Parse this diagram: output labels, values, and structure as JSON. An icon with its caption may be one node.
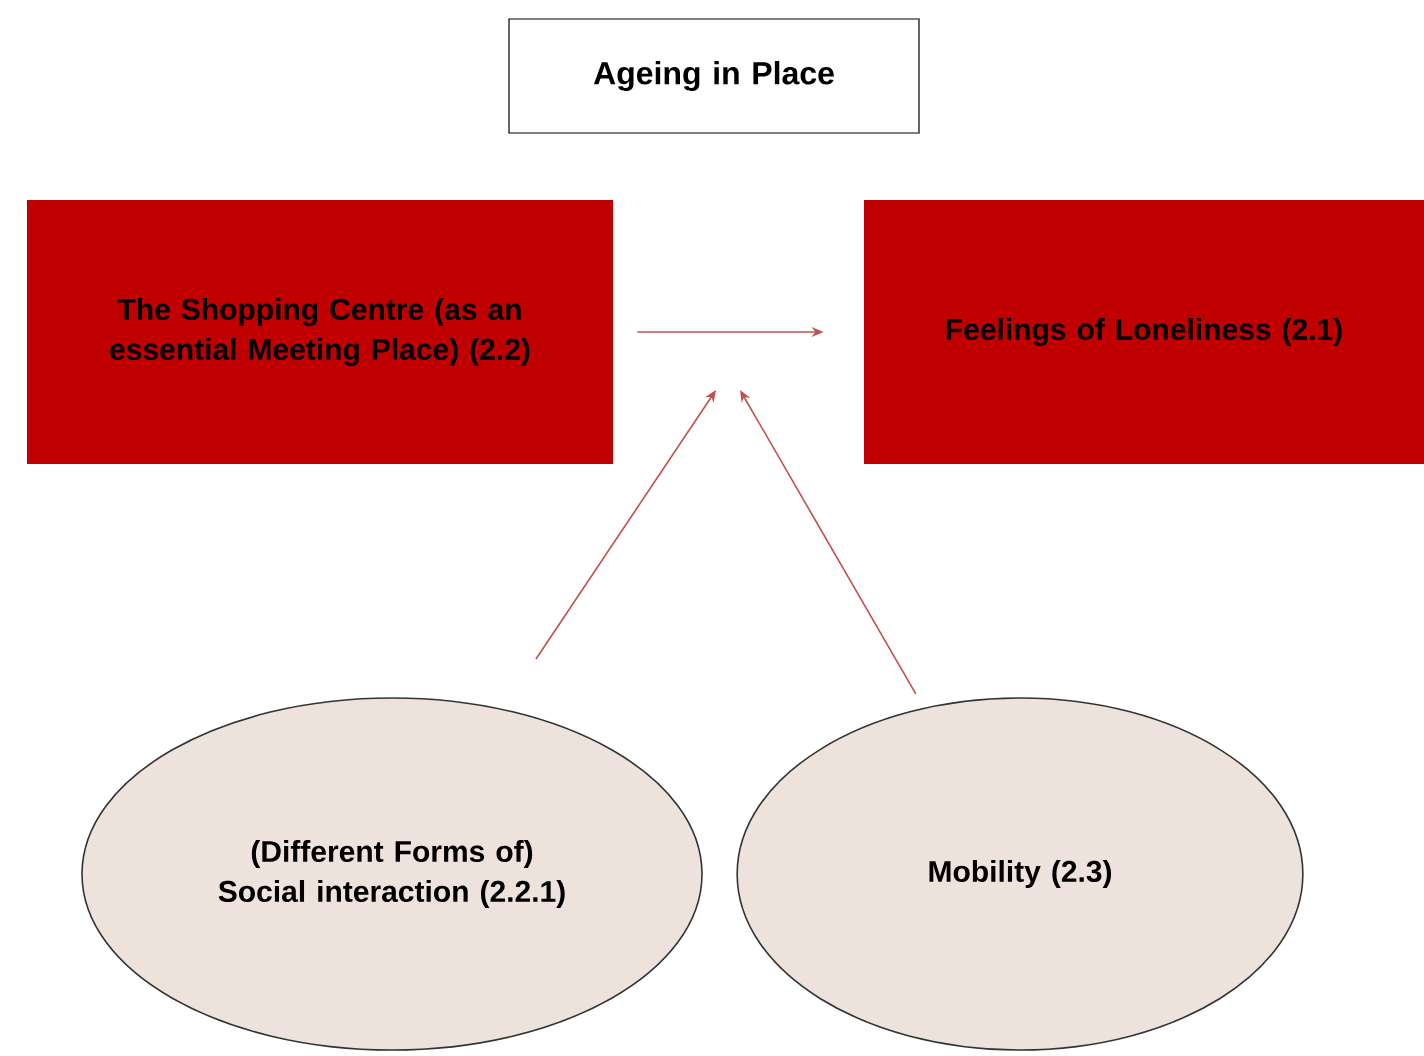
{
  "diagram": {
    "nodes": [
      {
        "text": [
          "Ageing in Place"
        ]
      },
      {
        "text": [
          "The Shopping Centre (as an essential Meeting Place) (2.2)"
        ]
      },
      {
        "text": [
          "Feelings of Loneliness (2.1)"
        ]
      },
      {
        "text": [
          "(Different Forms of) Social interaction (2.2.1)"
        ]
      },
      {
        "text": [
          "Mobility (2.3)"
        ]
      }
    ],
    "edges": [
      {
        "from": 1,
        "to": 2,
        "arrow": "to"
      },
      {
        "from": 3,
        "to": null,
        "arrow": "to"
      },
      {
        "from": 4,
        "to": null,
        "arrow": "to"
      }
    ]
  }
}
